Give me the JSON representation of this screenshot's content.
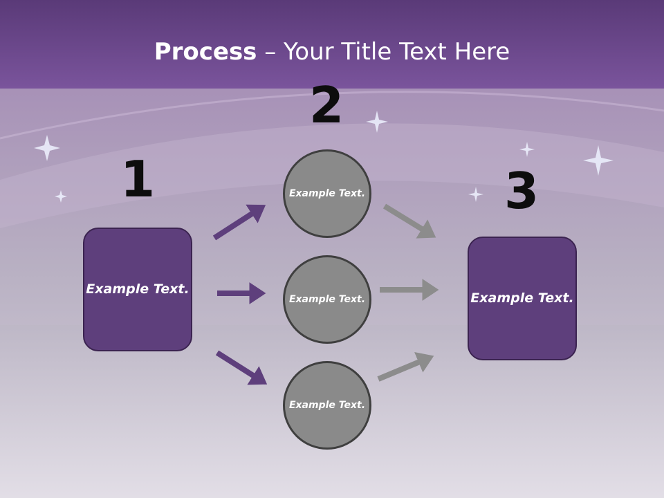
{
  "title": {
    "bold": "Process",
    "rest": " – Your Title Text Here"
  },
  "steps": [
    {
      "number": "1",
      "text": "Example Text."
    },
    {
      "number": "2",
      "texts": [
        "Example Text.",
        "Example Text.",
        "Example Text."
      ]
    },
    {
      "number": "3",
      "text": "Example Text."
    }
  ],
  "colors": {
    "accent": "#5e3f7c",
    "circle": "#8a8a8a",
    "arrow_gray": "#8c8c8c",
    "header": "#6e4b8f"
  }
}
